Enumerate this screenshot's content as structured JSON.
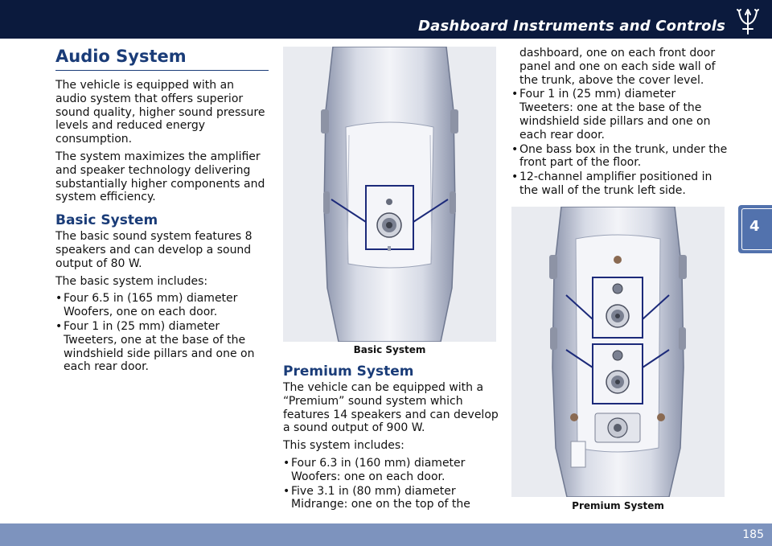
{
  "header": {
    "title": "Dashboard Instruments and Controls"
  },
  "chapter_tab": "4",
  "page_number": "185",
  "audio": {
    "title": "Audio System",
    "intro": [
      "The vehicle is equipped with an audio system that offers superior sound quality, higher sound pressure levels and reduced energy consumption.",
      "The system maximizes the amplifier and speaker technology delivering substantially higher components and system efficiency."
    ]
  },
  "basic": {
    "title": "Basic System",
    "paragraphs": [
      "The basic sound system features 8 speakers and can develop a sound output of 80 W.",
      "The basic system includes:"
    ],
    "bullets": [
      "Four 6.5 in (165 mm) diameter Woofers, one on each door.",
      "Four 1 in (25 mm) diameter Tweeters, one at the base of the windshield side pillars and one on each rear door."
    ],
    "figure_caption": "Basic System"
  },
  "premium": {
    "title": "Premium System",
    "paragraphs": [
      "The vehicle can be equipped with a “Premium” sound system which features 14 speakers and can develop a sound output of 900 W.",
      "This system includes:"
    ],
    "bullets": [
      "Four 6.3 in (160 mm) diameter Woofers: one on each door.",
      "Five 3.1 in (80 mm) diameter Midrange: one on the top of the"
    ],
    "continued_first": "dashboard, one on each front door panel and one on each side wall of the trunk, above the cover level.",
    "continued_bullets": [
      "Four 1 in (25 mm) diameter Tweeters: one at the base of the windshield side pillars and one on each rear door.",
      "One bass box in the trunk, under the front part of the floor.",
      "12-channel amplifier positioned in the wall of the trunk left side."
    ],
    "figure_caption": "Premium System"
  },
  "colors": {
    "header_bg": "#0b1a3d",
    "heading": "#1a3c78",
    "tab": "#5272ad",
    "footer": "#7d93be"
  }
}
